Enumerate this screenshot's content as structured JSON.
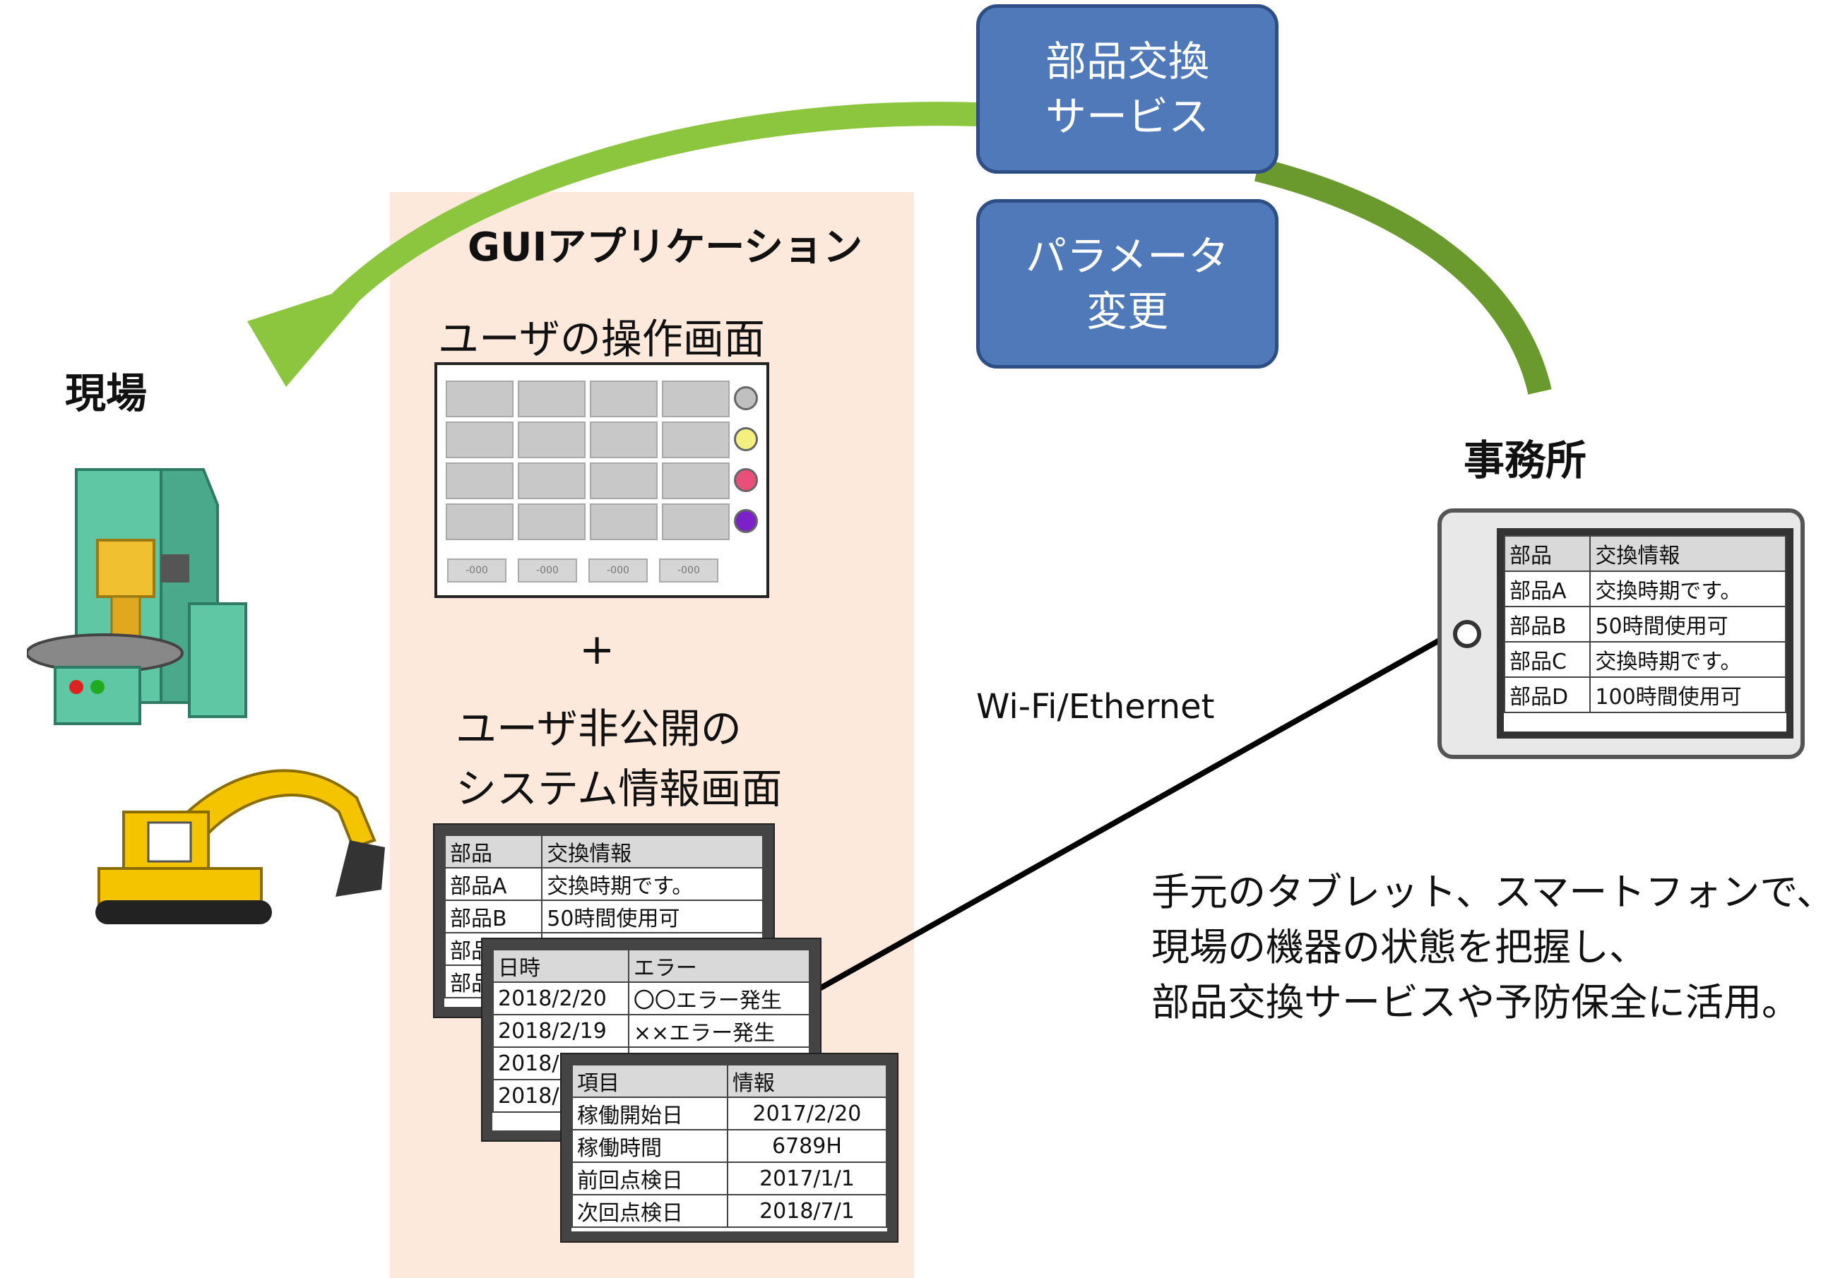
{
  "service_boxes": {
    "parts_exchange": {
      "line1": "部品交換",
      "line2": "サービス"
    },
    "parameter_change": {
      "line1": "パラメータ",
      "line2": "変更"
    }
  },
  "sections": {
    "site": "現場",
    "office": "事務所"
  },
  "gui": {
    "title": "GUIアプリケーション",
    "operation_screen_label": "ユーザの操作画面",
    "plus": "+",
    "system_screen_label_line1": "ユーザ非公開の",
    "system_screen_label_line2": "システム情報画面",
    "op_footer_buttons": [
      "-000",
      "-000",
      "-000",
      "-000"
    ]
  },
  "connection_label": "Wi-Fi/Ethernet",
  "caption": {
    "line1": "手元のタブレット、スマートフォンで、",
    "line2": "現場の機器の状態を把握し、",
    "line3": "部品交換サービスや予防保全に活用。"
  },
  "parts_table": {
    "headers": [
      "部品",
      "交換情報"
    ],
    "rows": [
      [
        "部品A",
        "交換時期です。"
      ],
      [
        "部品B",
        "50時間使用可"
      ],
      [
        "部品C",
        "交換時期です。"
      ],
      [
        "部品D",
        "100時間使用可"
      ]
    ]
  },
  "error_table": {
    "headers": [
      "日時",
      "エラー"
    ],
    "rows": [
      [
        "2018/2/20",
        "〇〇エラー発生"
      ],
      [
        "2018/2/19",
        "××エラー発生"
      ],
      [
        "2018/",
        ""
      ],
      [
        "2018/",
        ""
      ]
    ]
  },
  "status_table": {
    "headers": [
      "項目",
      "情報"
    ],
    "rows": [
      [
        "稼働開始日",
        "2017/2/20"
      ],
      [
        "稼働時間",
        "6789H"
      ],
      [
        "前回点検日",
        "2017/1/1"
      ],
      [
        "次回点検日",
        "2018/7/1"
      ]
    ]
  },
  "colors": {
    "service_box": "#4f79b8",
    "arrow_light_green": "#8cc63f",
    "arrow_dark_green": "#6a9a2e",
    "panel_bg": "#fde9dc",
    "press_machine": "#5fc7a4",
    "excavator": "#f5c400"
  },
  "icons": [
    "press-machine-icon",
    "excavator-icon",
    "tablet-icon"
  ]
}
